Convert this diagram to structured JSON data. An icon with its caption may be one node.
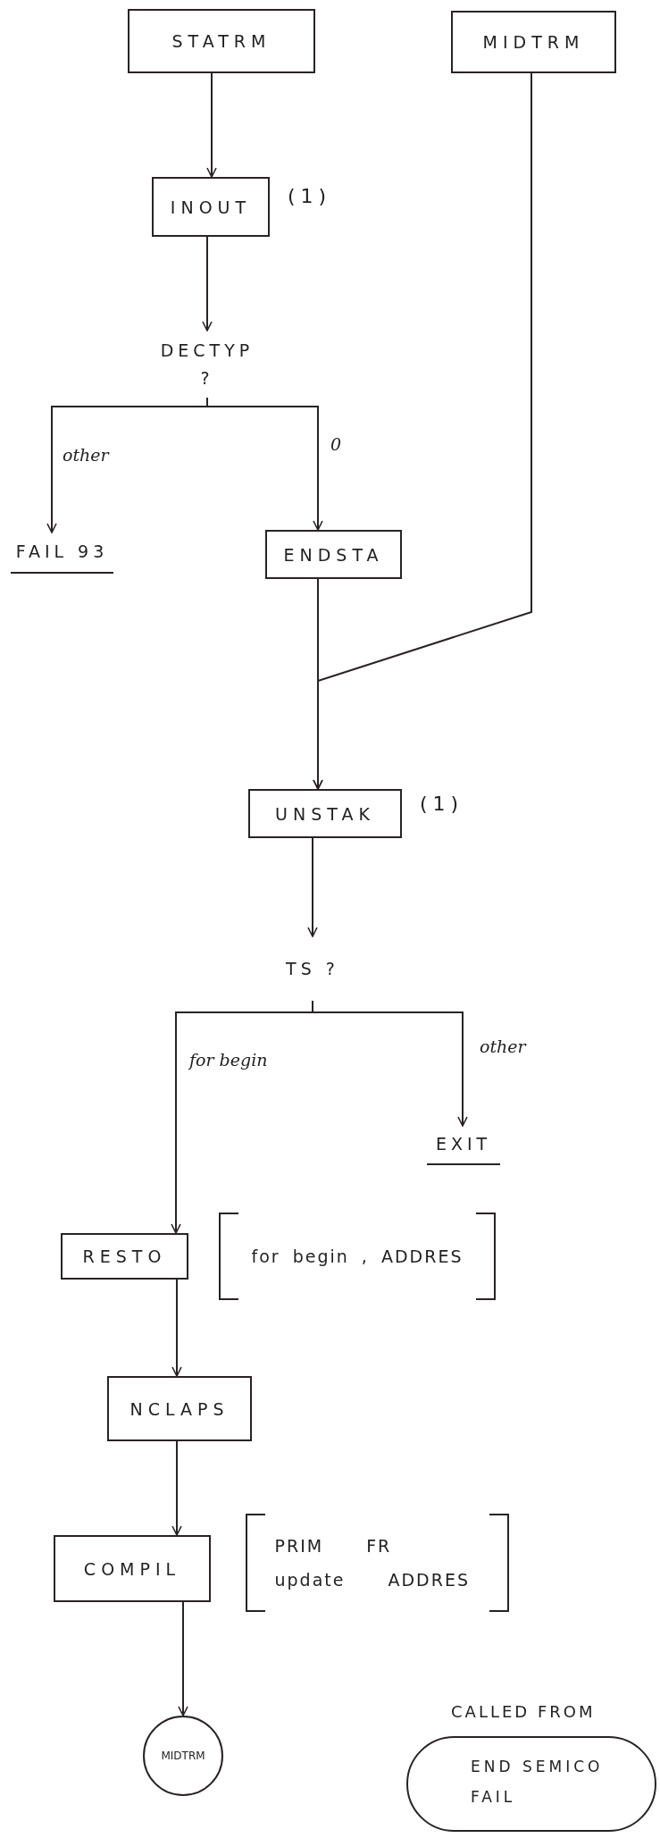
{
  "diagram": {
    "nodes": [
      {
        "text": [
          "STATRM"
        ]
      },
      {
        "text": [
          "MIDTRM"
        ]
      },
      {
        "text": [
          "INOUT"
        ],
        "beside": [
          "(1)"
        ]
      },
      {
        "text": [
          "DECTYP ?"
        ]
      },
      {
        "text": [
          "FAIL 93"
        ]
      },
      {
        "text": [
          "ENDSTA"
        ]
      },
      {
        "text": [
          "UNSTAK"
        ],
        "beside": [
          "(1)"
        ]
      },
      {
        "text": [
          "TS ?"
        ]
      },
      {
        "text": [
          "EXIT"
        ]
      },
      {
        "text": [
          "RESTO"
        ],
        "beside": [
          "for begin , ADDRES"
        ]
      },
      {
        "text": [
          "NCLAPS"
        ]
      },
      {
        "text": [
          "COMPIL"
        ],
        "beside": [
          "PRIM FR update ADDRES"
        ]
      },
      {
        "text": [
          "MIDTRM"
        ]
      },
      {
        "text": [
          "CALLED FROM",
          "END SEMICO",
          "FAIL"
        ]
      }
    ],
    "edges": [
      {
        "from": 0,
        "to": 2,
        "arrow": "to"
      },
      {
        "from": 2,
        "to": 3,
        "arrow": "to"
      },
      {
        "from": 3,
        "to": 4,
        "arrow": "to",
        "label": "other"
      },
      {
        "from": 3,
        "to": 5,
        "arrow": "to",
        "label": "0"
      },
      {
        "from": 5,
        "to": 6,
        "arrow": "to"
      },
      {
        "from": 1,
        "to": 6,
        "arrow": "to"
      },
      {
        "from": 6,
        "to": 7,
        "arrow": "to"
      },
      {
        "from": 7,
        "to": 9,
        "arrow": "to",
        "label": "for begin"
      },
      {
        "from": 7,
        "to": 8,
        "arrow": "to",
        "label": "other"
      },
      {
        "from": 9,
        "to": 10,
        "arrow": "to"
      },
      {
        "from": 10,
        "to": 11,
        "arrow": "to"
      },
      {
        "from": 11,
        "to": 12,
        "arrow": "to"
      }
    ]
  }
}
